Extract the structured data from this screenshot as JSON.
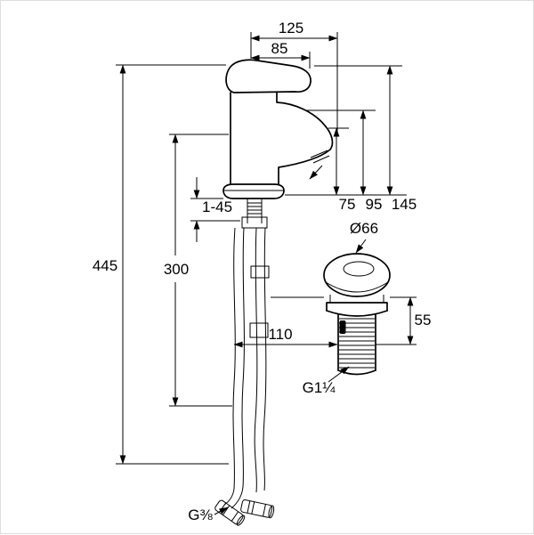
{
  "page": {
    "background": "#ffffff",
    "line_color": "#000000",
    "border_color": "#dedede"
  },
  "drawing": {
    "type": "technical-dimension-drawing",
    "subject": "single-lever basin mixer with pop-up waste",
    "labels": {
      "width_overall": "125",
      "width_lever": "85",
      "clamp_range": "1-45",
      "spout_height": "75",
      "body_height": "95",
      "total_height": "145",
      "hose_drop": "300",
      "overall_height": "445",
      "drain_offset": "110",
      "drain_diameter": "Ø66",
      "drain_depth": "55",
      "drain_thread": "G1¼",
      "supply_thread": "G⅜"
    }
  }
}
